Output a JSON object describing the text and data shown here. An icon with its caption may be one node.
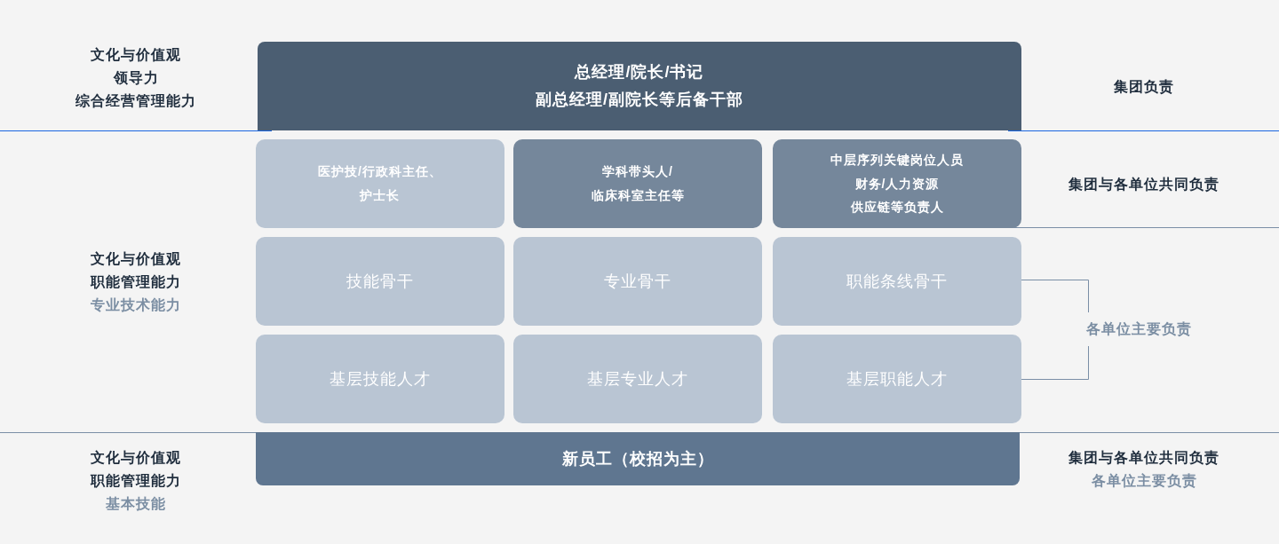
{
  "diagram": {
    "nodes": [
      {
        "text": [
          "总经理/院长/书记",
          "副总经理/副院长等后备干部"
        ]
      },
      {
        "text": [
          "医护技/行政科主任、护士长"
        ]
      },
      {
        "text": [
          "学科带头人/",
          "临床科室主任等"
        ]
      },
      {
        "text": [
          "中层序列关键岗位人员",
          "财务/人力资源",
          "供应链等负责人"
        ]
      },
      {
        "text": [
          "技能骨干"
        ]
      },
      {
        "text": [
          "专业骨干"
        ]
      },
      {
        "text": [
          "职能条线骨干"
        ]
      },
      {
        "text": [
          "基层技能人才"
        ]
      },
      {
        "text": [
          "基层专业人才"
        ]
      },
      {
        "text": [
          "基层职能人才"
        ]
      },
      {
        "text": [
          "新员工（校招为主）"
        ]
      }
    ],
    "labels": [
      "文化与价值观",
      "领导力",
      "综合经营管理能力",
      "集团负责",
      "集团与各单位共同负责",
      "文化与价值观",
      "职能管理能力",
      "专业技术能力",
      "各单位主要负责",
      "文化与价值观",
      "职能管理能力",
      "基本技能",
      "集团与各单位共同负责",
      "各单位主要负责"
    ]
  }
}
